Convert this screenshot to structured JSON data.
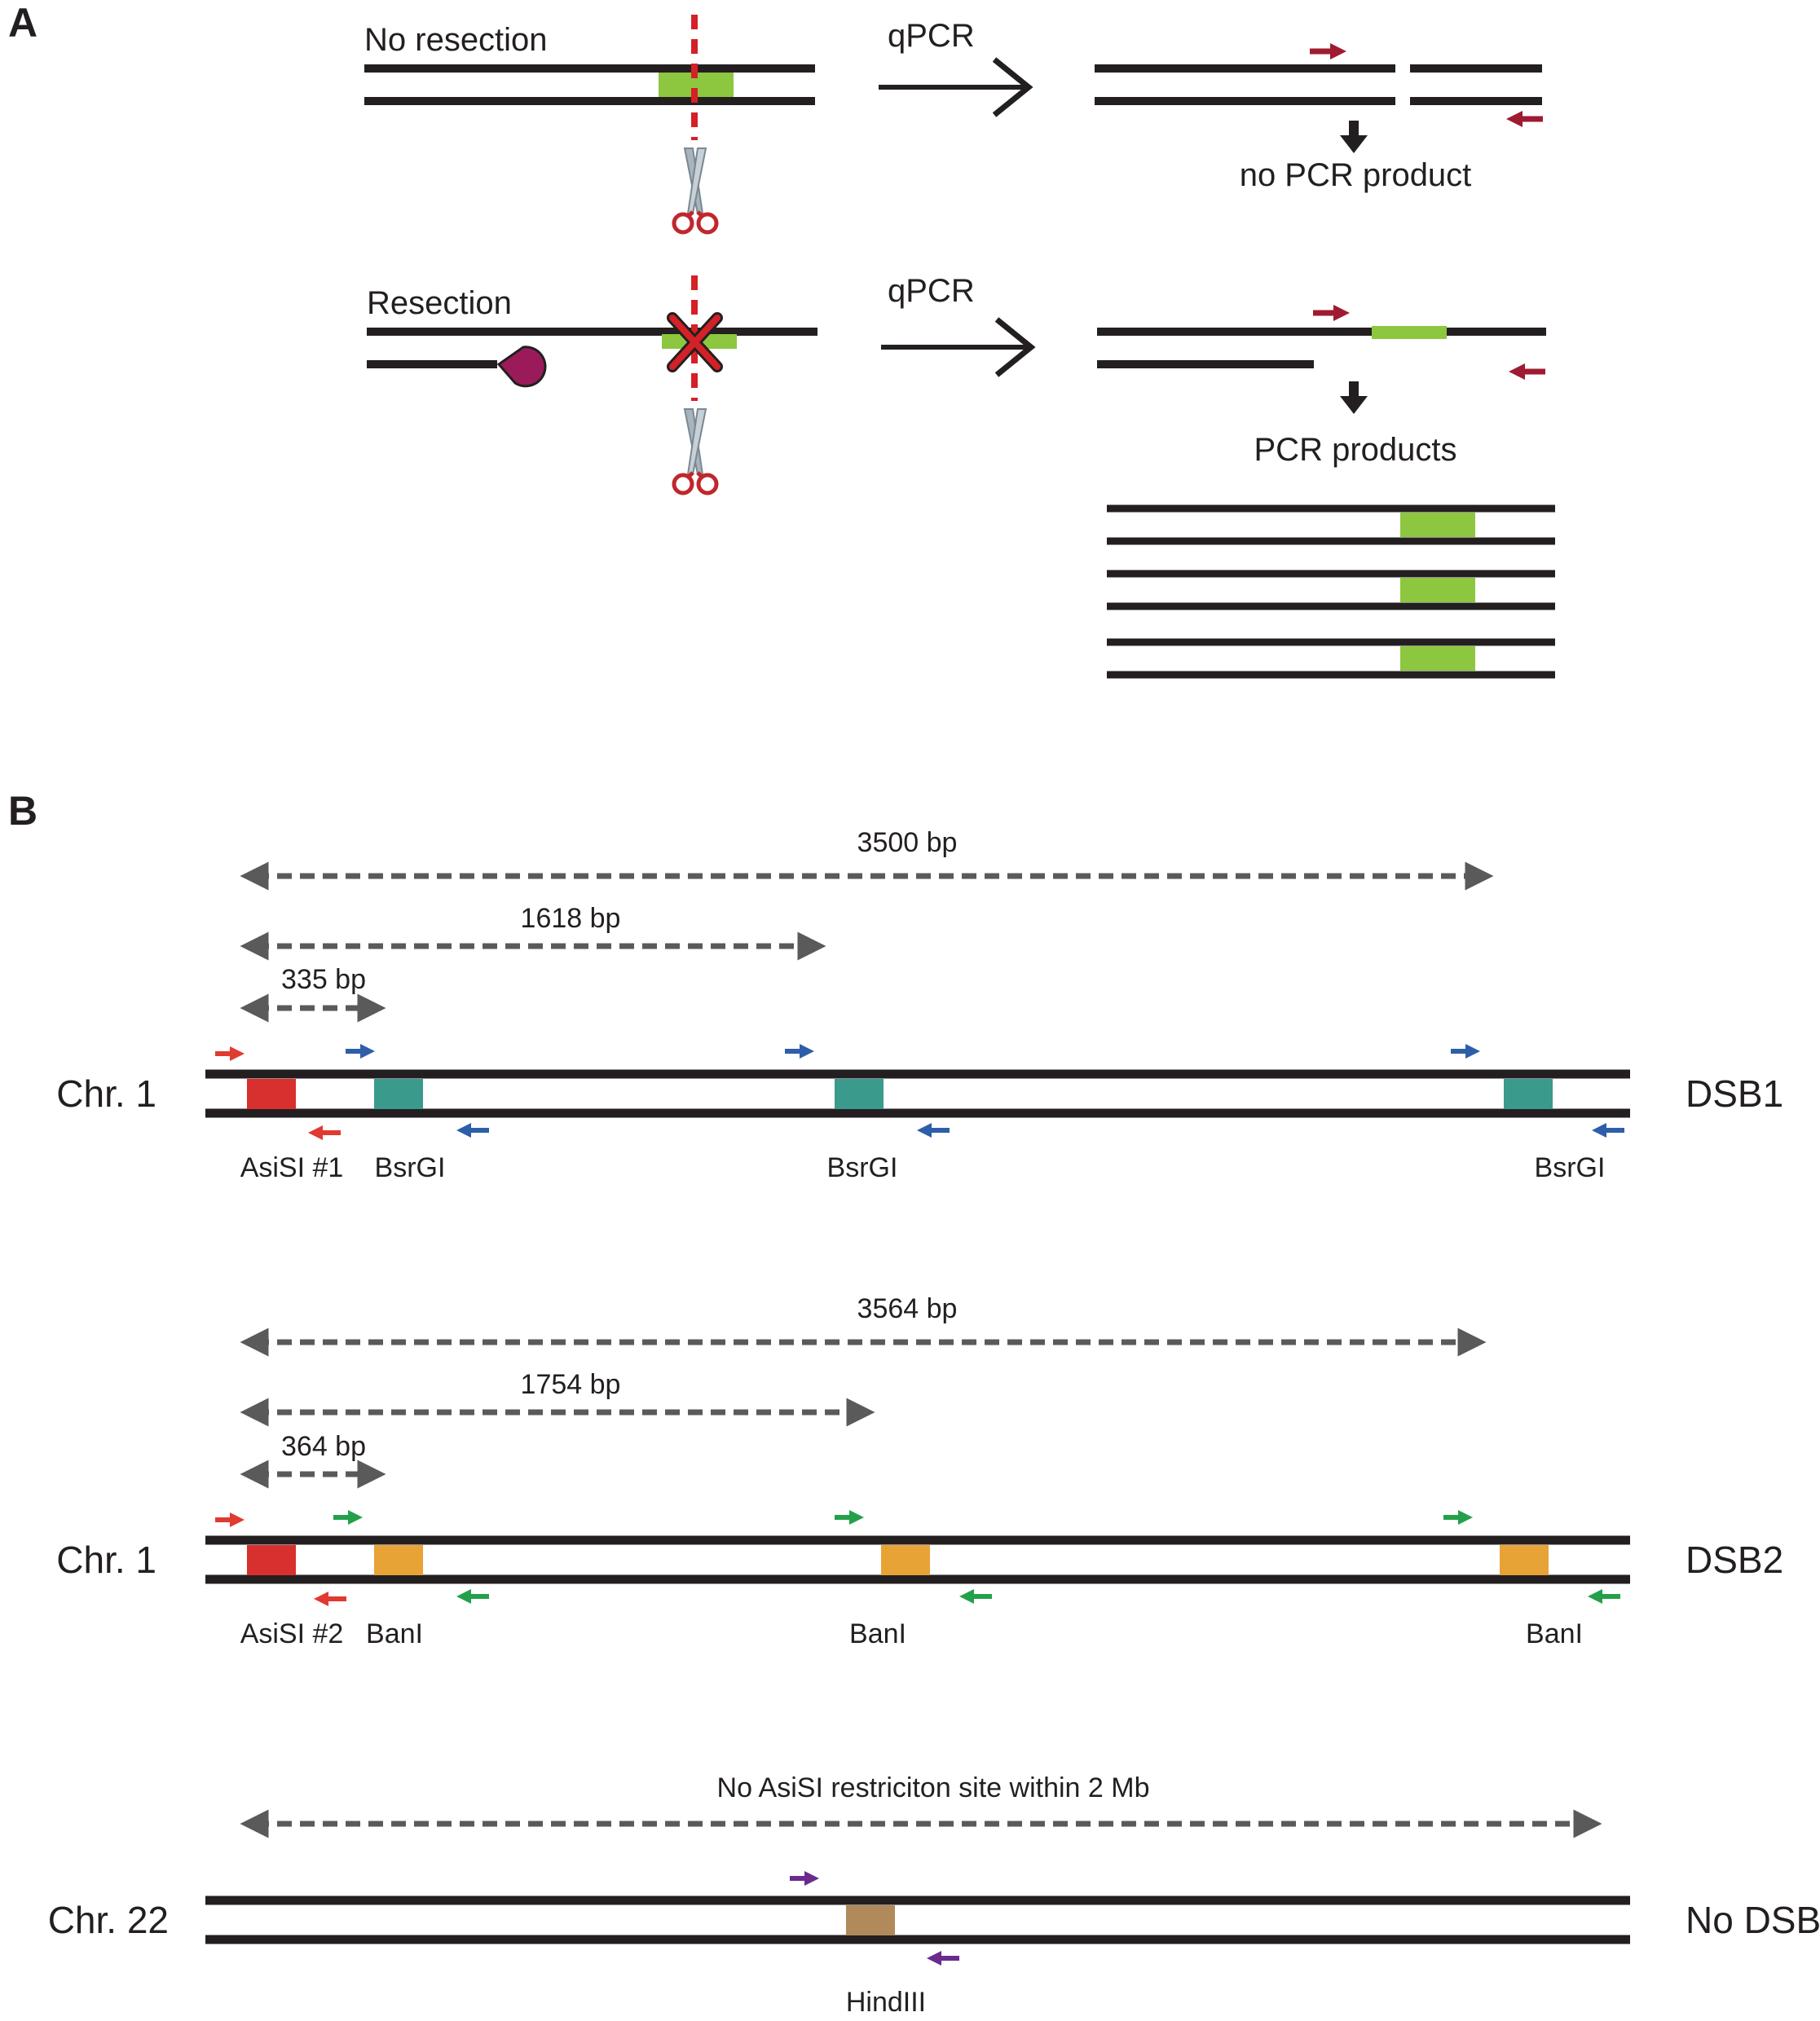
{
  "panel_a": {
    "label": "A",
    "top_row": {
      "title": "No resection",
      "arrow_label": "qPCR",
      "result": "no PCR product"
    },
    "bottom_row": {
      "title": "Resection",
      "arrow_label": "qPCR",
      "result": "PCR products"
    }
  },
  "panel_b": {
    "label": "B",
    "dsb1": {
      "chromosome": "Chr. 1",
      "name": "DSB1",
      "distances": [
        "3500 bp",
        "1618 bp",
        "335 bp"
      ],
      "sites": [
        "AsiSI #1",
        "BsrGI",
        "BsrGI",
        "BsrGI"
      ]
    },
    "dsb2": {
      "chromosome": "Chr. 1",
      "name": "DSB2",
      "distances": [
        "3564 bp",
        "1754 bp",
        "364 bp"
      ],
      "sites": [
        "AsiSI #2",
        "BanI",
        "BanI",
        "BanI"
      ]
    },
    "nodsb": {
      "chromosome": "Chr. 22",
      "name": "No DSB",
      "distance": "No AsiSI restriciton site within 2 Mb",
      "site": "HindIII"
    }
  },
  "colors": {
    "strand": "#231f20",
    "green_site": "#8dc63f",
    "cut_line": "#d42027",
    "primer_dark_red": "#9e1b32",
    "primer_red": "#e03a31",
    "primer_blue": "#2e5ea9",
    "primer_green": "#24a04a",
    "primer_purple": "#6b2a8e",
    "asisi": "#d8302e",
    "bsrgi": "#3a9a8c",
    "bani": "#e8a337",
    "hindiii": "#b08a5a",
    "nuclease": "#9b1b5a",
    "distance_arrow": "#5a5a5a"
  }
}
